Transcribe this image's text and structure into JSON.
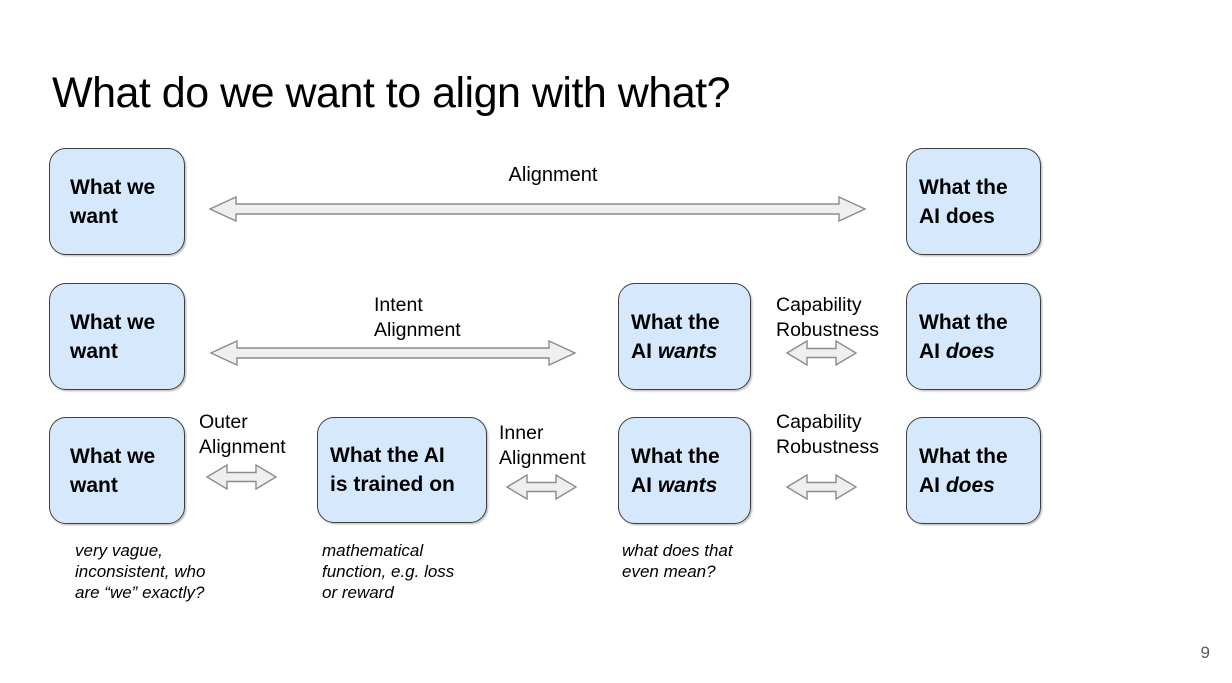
{
  "slide": {
    "title": "What do we want to align with what?",
    "page_number": "9"
  },
  "colors": {
    "box_fill": "#d6e9fc",
    "box_border": "#3f3f3f",
    "arrow_fill": "#efefef",
    "arrow_stroke": "#8c8c8c",
    "page_number_color": "#595959"
  },
  "diagram": {
    "row1": {
      "what_we_want": {
        "line1": "What we",
        "line2": "want"
      },
      "alignment_label": "Alignment",
      "what_ai_does": {
        "line1": "What the",
        "line2": "AI does"
      }
    },
    "row2": {
      "what_we_want": {
        "line1": "What we",
        "line2": "want"
      },
      "intent_label": "Intent\nAlignment",
      "what_ai_wants": {
        "line1": "What the",
        "line2": "AI ",
        "line2_italic": "wants"
      },
      "capability_label": "Capability\nRobustness",
      "what_ai_does": {
        "line1": "What the",
        "line2": "AI ",
        "line2_italic": "does"
      }
    },
    "row3": {
      "what_we_want": {
        "line1": "What we",
        "line2": "want"
      },
      "outer_label": "Outer\nAlignment",
      "what_ai_trained": {
        "line1": "What the AI",
        "line2": "is trained on"
      },
      "inner_label": "Inner\nAlignment",
      "what_ai_wants": {
        "line1": "What the",
        "line2": "AI ",
        "line2_italic": "wants"
      },
      "capability_label": "Capability\nRobustness",
      "what_ai_does": {
        "line1": "What the",
        "line2": "AI ",
        "line2_italic": "does"
      }
    },
    "notes": {
      "want_note": "very vague,\ninconsistent, who\nare “we” exactly?",
      "trained_note": "mathematical\nfunction, e.g. loss\nor reward",
      "wants_note": "what does that\neven mean?"
    }
  }
}
